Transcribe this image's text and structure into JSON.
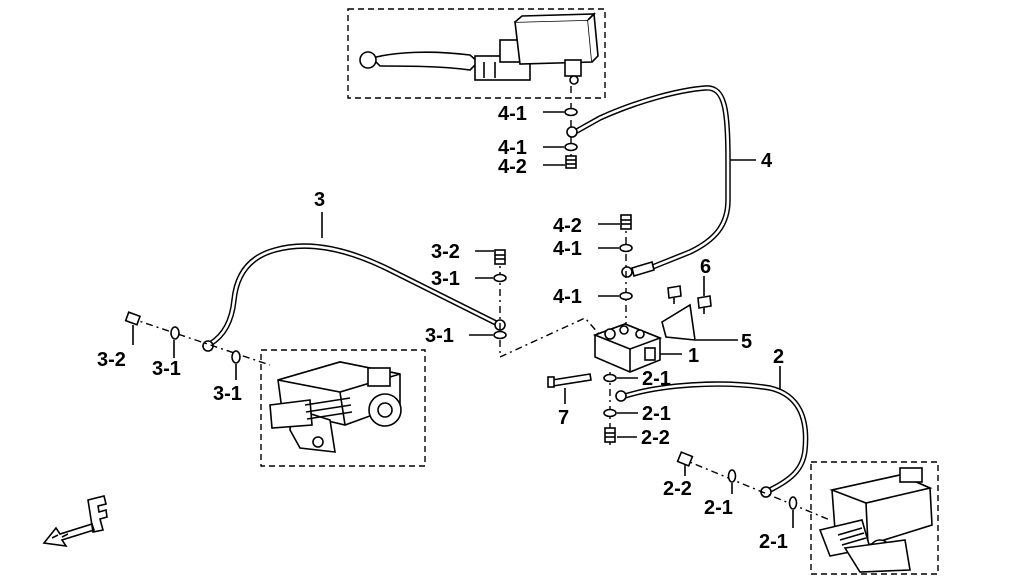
{
  "labels": {
    "l_4_1_a": "4-1",
    "l_4_1_b": "4-1",
    "l_4_2_a": "4-2",
    "l_4": "4",
    "l_4_2_b": "4-2",
    "l_4_1_c": "4-1",
    "l_4_1_d": "4-1",
    "l_6": "6",
    "l_5": "5",
    "l_1": "1",
    "l_3": "3",
    "l_3_2_a": "3-2",
    "l_3_1_a": "3-1",
    "l_3_1_b": "3-1",
    "l_3_2_b": "3-2",
    "l_3_1_c": "3-1",
    "l_3_1_d": "3-1",
    "l_2": "2",
    "l_2_1_a": "2-1",
    "l_2_1_b": "2-1",
    "l_2_2_a": "2-2",
    "l_7": "7",
    "l_2_2_b": "2-2",
    "l_2_1_c": "2-1",
    "l_2_1_d": "2-1"
  },
  "icons": {
    "front_arrow": "front-direction-F-arrow-icon"
  }
}
